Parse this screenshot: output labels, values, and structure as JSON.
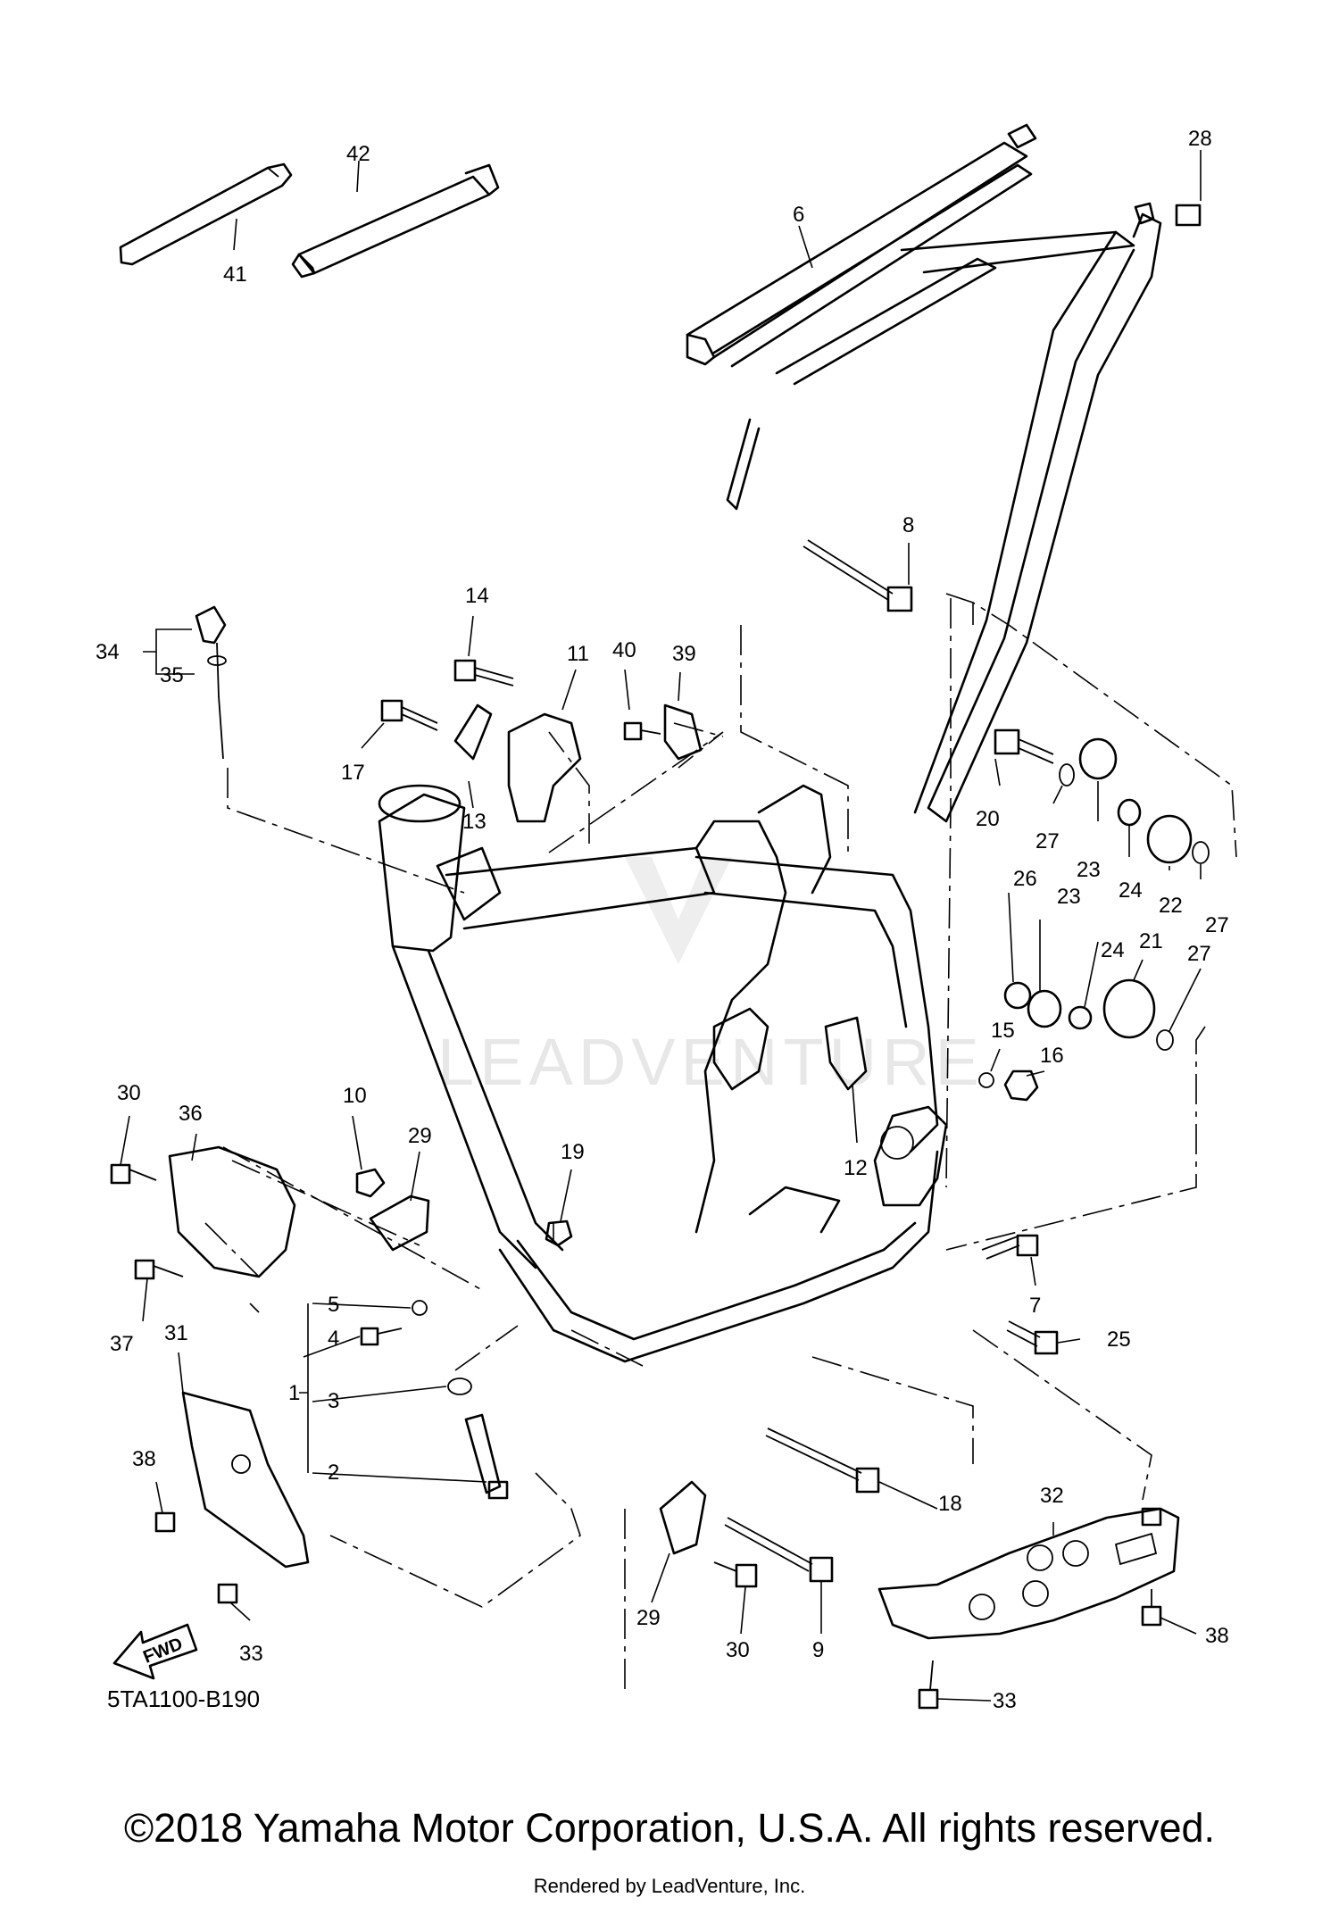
{
  "diagram": {
    "diagram_code": "5TA1100-B190",
    "fwd_label": "FWD",
    "watermark": "LEADVENTURE",
    "callouts": [
      "1",
      "2",
      "3",
      "4",
      "5",
      "6",
      "7",
      "8",
      "9",
      "10",
      "11",
      "12",
      "13",
      "14",
      "15",
      "16",
      "17",
      "18",
      "19",
      "20",
      "21",
      "22",
      "23",
      "23",
      "24",
      "24",
      "25",
      "26",
      "27",
      "27",
      "27",
      "28",
      "29",
      "29",
      "30",
      "30",
      "31",
      "32",
      "33",
      "33",
      "34",
      "35",
      "36",
      "37",
      "38",
      "38",
      "39",
      "40",
      "41",
      "42"
    ]
  },
  "footer": {
    "copyright": "©2018 Yamaha Motor Corporation, U.S.A. All rights reserved.",
    "rendered_by": "Rendered by LeadVenture, Inc."
  }
}
